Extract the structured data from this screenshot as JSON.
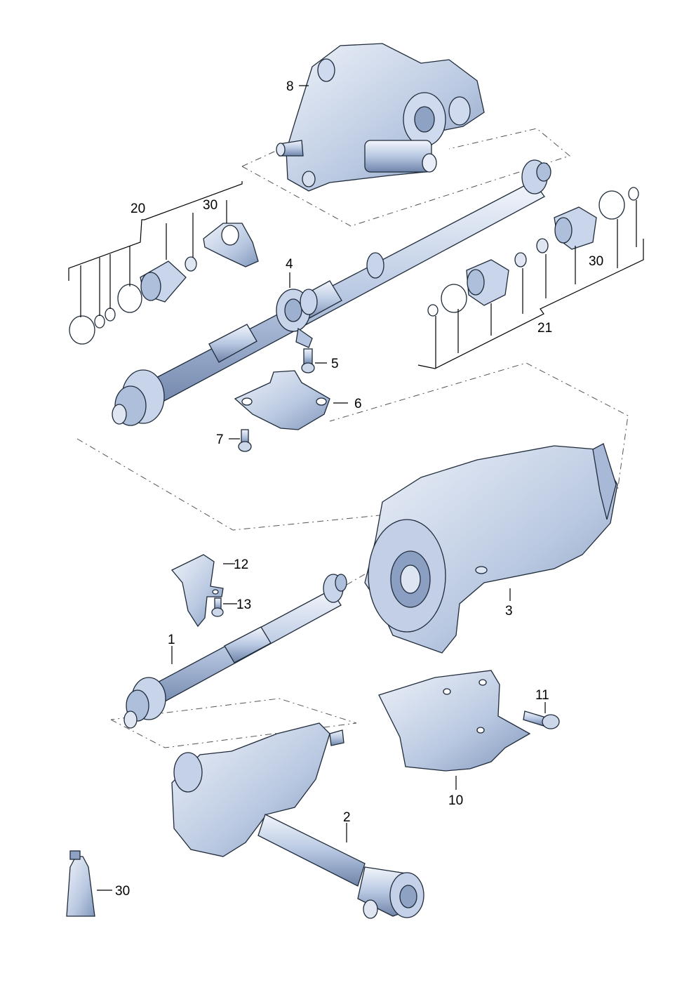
{
  "labels": {
    "l1": "1",
    "l2": "2",
    "l3": "3",
    "l4": "4",
    "l5": "5",
    "l6": "6",
    "l7": "7",
    "l8": "8",
    "l10": "10",
    "l11": "11",
    "l12": "12",
    "l13": "13",
    "l20": "20",
    "l21": "21",
    "l30a": "30",
    "l30b": "30",
    "l30c": "30"
  },
  "colors": {
    "part_light": "#dde6f4",
    "part_mid": "#b8c8e2",
    "part_dark": "#7e93b8",
    "outline": "#1f2b3a",
    "callout": "#000000"
  }
}
